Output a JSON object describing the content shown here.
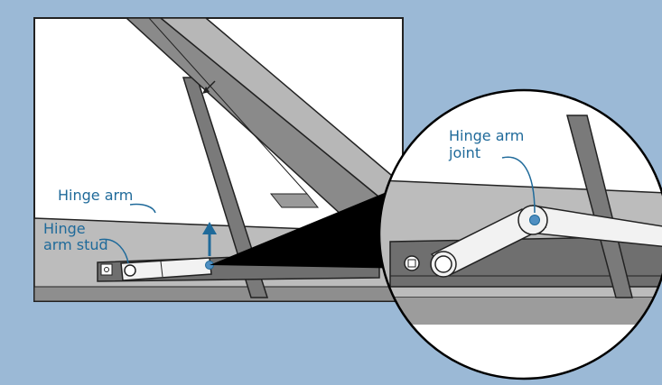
{
  "labels": {
    "hinge_arm": "Hinge arm",
    "hinge_arm_stud_line1": "Hinge",
    "hinge_arm_stud_line2": "arm stud",
    "hinge_arm_joint_line1": "Hinge arm",
    "hinge_arm_joint_line2": "joint"
  },
  "colors": {
    "background": "#9bb9d6",
    "accent": "#1f6a9a",
    "metal_dark": "#6f6f6f",
    "metal_mid": "#b5b5b5",
    "panel_white": "#ffffff"
  },
  "icons": {
    "direction_arrow": "up-arrow",
    "motion_arrow": "small-diagonal-arrow"
  }
}
